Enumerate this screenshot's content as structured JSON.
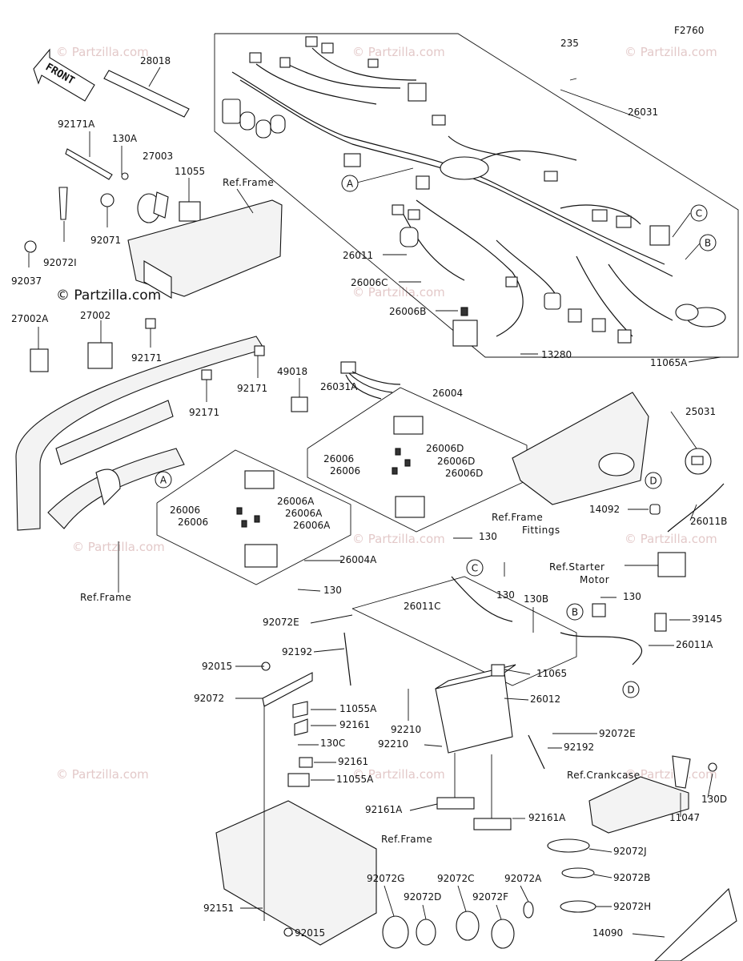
{
  "figure_code": "F2760",
  "watermark": "© Partzilla.com",
  "front_label": "FRONT",
  "ref_labels": {
    "frame_top": "Ref.Frame",
    "frame_left": "Ref.Frame",
    "frame_fittings_1": "Ref.Frame",
    "frame_fittings_2": "Fittings",
    "starter_motor_1": "Ref.Starter",
    "starter_motor_2": "Motor",
    "crankcase": "Ref.Crankcase",
    "frame_bottom": "Ref.Frame"
  },
  "callouts": {
    "A": "A",
    "B": "B",
    "C": "C",
    "D": "D"
  },
  "parts": {
    "p28018": "28018",
    "p92171A": "92171A",
    "p130A": "130A",
    "p27003": "27003",
    "p11055": "11055",
    "p92071": "92071",
    "p92072I": "92072I",
    "p92037": "92037",
    "p27002A": "27002A",
    "p27002": "27002",
    "p92171_a": "92171",
    "p92171_b": "92171",
    "p92171_c": "92171",
    "p235": "235",
    "p26031": "26031",
    "p26011": "26011",
    "p26006C": "26006C",
    "p26006B": "26006B",
    "p13280": "13280",
    "p11065A": "11065A",
    "p49018": "49018",
    "p26031A": "26031A",
    "p26004": "26004",
    "p26006_1": "26006",
    "p26006_2": "26006",
    "p26006D_1": "26006D",
    "p26006D_2": "26006D",
    "p26006D_3": "26006D",
    "p26006_3": "26006",
    "p26006_4": "26006",
    "p26006A_1": "26006A",
    "p26006A_2": "26006A",
    "p26006A_3": "26006A",
    "p26004A": "26004A",
    "p130_1": "130",
    "p130_2": "130",
    "p130_3": "130",
    "p130_4": "130",
    "p25031": "25031",
    "p14092": "14092",
    "p26011B": "26011B",
    "p26011C": "26011C",
    "p130B": "130B",
    "p39145": "39145",
    "p26011A": "26011A",
    "p92072E_1": "92072E",
    "p92192_1": "92192",
    "p11065": "11065",
    "p92015_1": "92015",
    "p92072": "92072",
    "p26012": "26012",
    "p11055A_1": "11055A",
    "p92161_1": "92161",
    "p92210_1": "92210",
    "p92210_2": "92210",
    "p92072E_2": "92072E",
    "p92192_2": "92192",
    "p130C": "130C",
    "p92161_2": "92161",
    "p11055A_2": "11055A",
    "p92161A_1": "92161A",
    "p92161A_2": "92161A",
    "p11047": "11047",
    "p130D": "130D",
    "p92072J": "92072J",
    "p92072B": "92072B",
    "p92072G": "92072G",
    "p92072C": "92072C",
    "p92072A": "92072A",
    "p92072D": "92072D",
    "p92072F": "92072F",
    "p92072H": "92072H",
    "p92151": "92151",
    "p92015_2": "92015",
    "p14090": "14090"
  }
}
